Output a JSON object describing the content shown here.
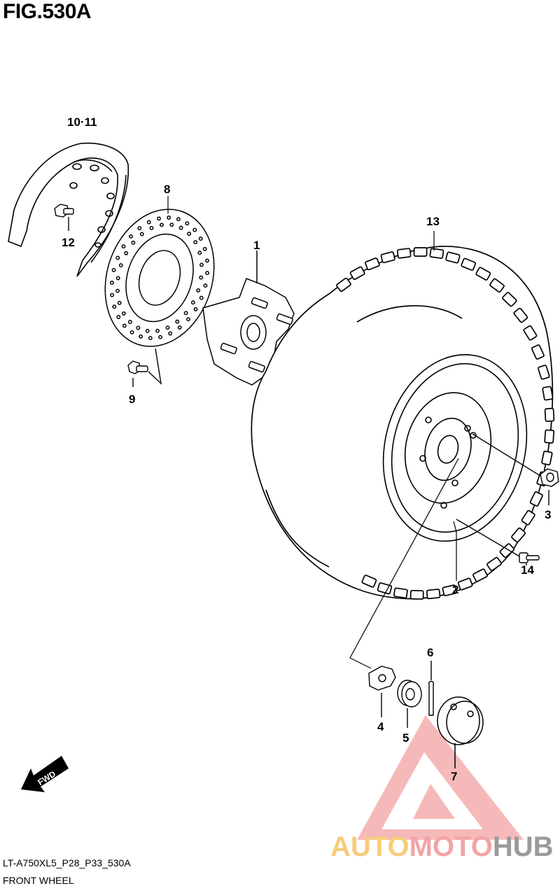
{
  "figure": {
    "title": "FIG.530A",
    "code": "LT-A750XL5_P28_P33_530A",
    "name": "FRONT WHEEL"
  },
  "fwd_label": "FWD",
  "callouts": [
    "10·11",
    "12",
    "8",
    "1",
    "13",
    "9",
    "3",
    "14",
    "2",
    "6",
    "4",
    "5",
    "7"
  ],
  "watermark": {
    "part1": "AUTO",
    "part2": "MOTO",
    "part3": "HUB",
    "colors": {
      "auto": "#f7cd7a",
      "moto": "#f3a4a4",
      "hub": "#9a9a9a",
      "triangle": "#f08080"
    }
  }
}
